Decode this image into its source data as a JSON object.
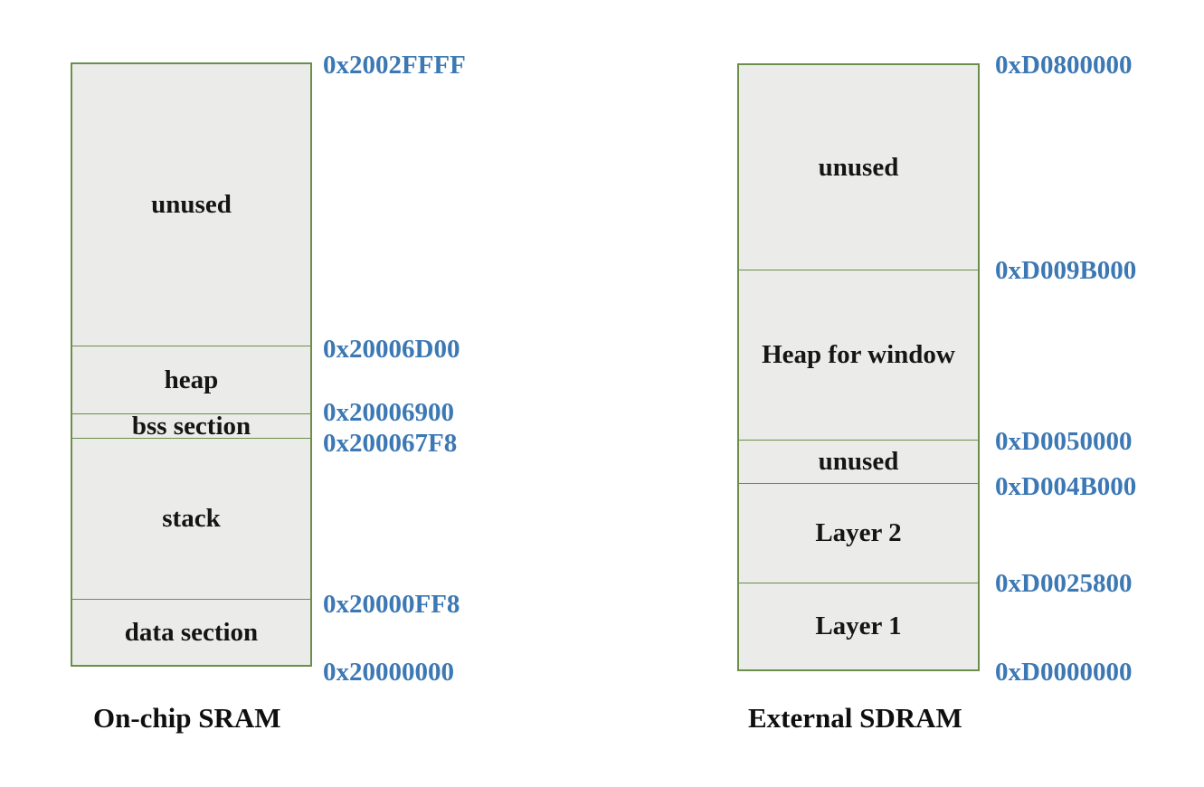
{
  "colors": {
    "box_border": "#6b8f4b",
    "box_fill": "#ebebe9",
    "address_text": "#3c78b4",
    "label_text": "#151515"
  },
  "diagrams": [
    {
      "caption": "On-chip SRAM",
      "sections": [
        {
          "label": "unused"
        },
        {
          "label": "heap"
        },
        {
          "label": "bss section"
        },
        {
          "label": "stack"
        },
        {
          "label": "data section"
        }
      ],
      "addresses": [
        "0x2002FFFF",
        "0x20006D00",
        "0x20006900",
        "0x200067F8",
        "0x20000FF8",
        "0x20000000"
      ]
    },
    {
      "caption": "External SDRAM",
      "sections": [
        {
          "label": "unused"
        },
        {
          "label": "Heap for window"
        },
        {
          "label": "unused"
        },
        {
          "label": "Layer 2"
        },
        {
          "label": "Layer 1"
        }
      ],
      "addresses": [
        "0xD0800000",
        "0xD009B000",
        "0xD0050000",
        "0xD004B000",
        "0xD0025800",
        "0xD0000000"
      ]
    }
  ]
}
